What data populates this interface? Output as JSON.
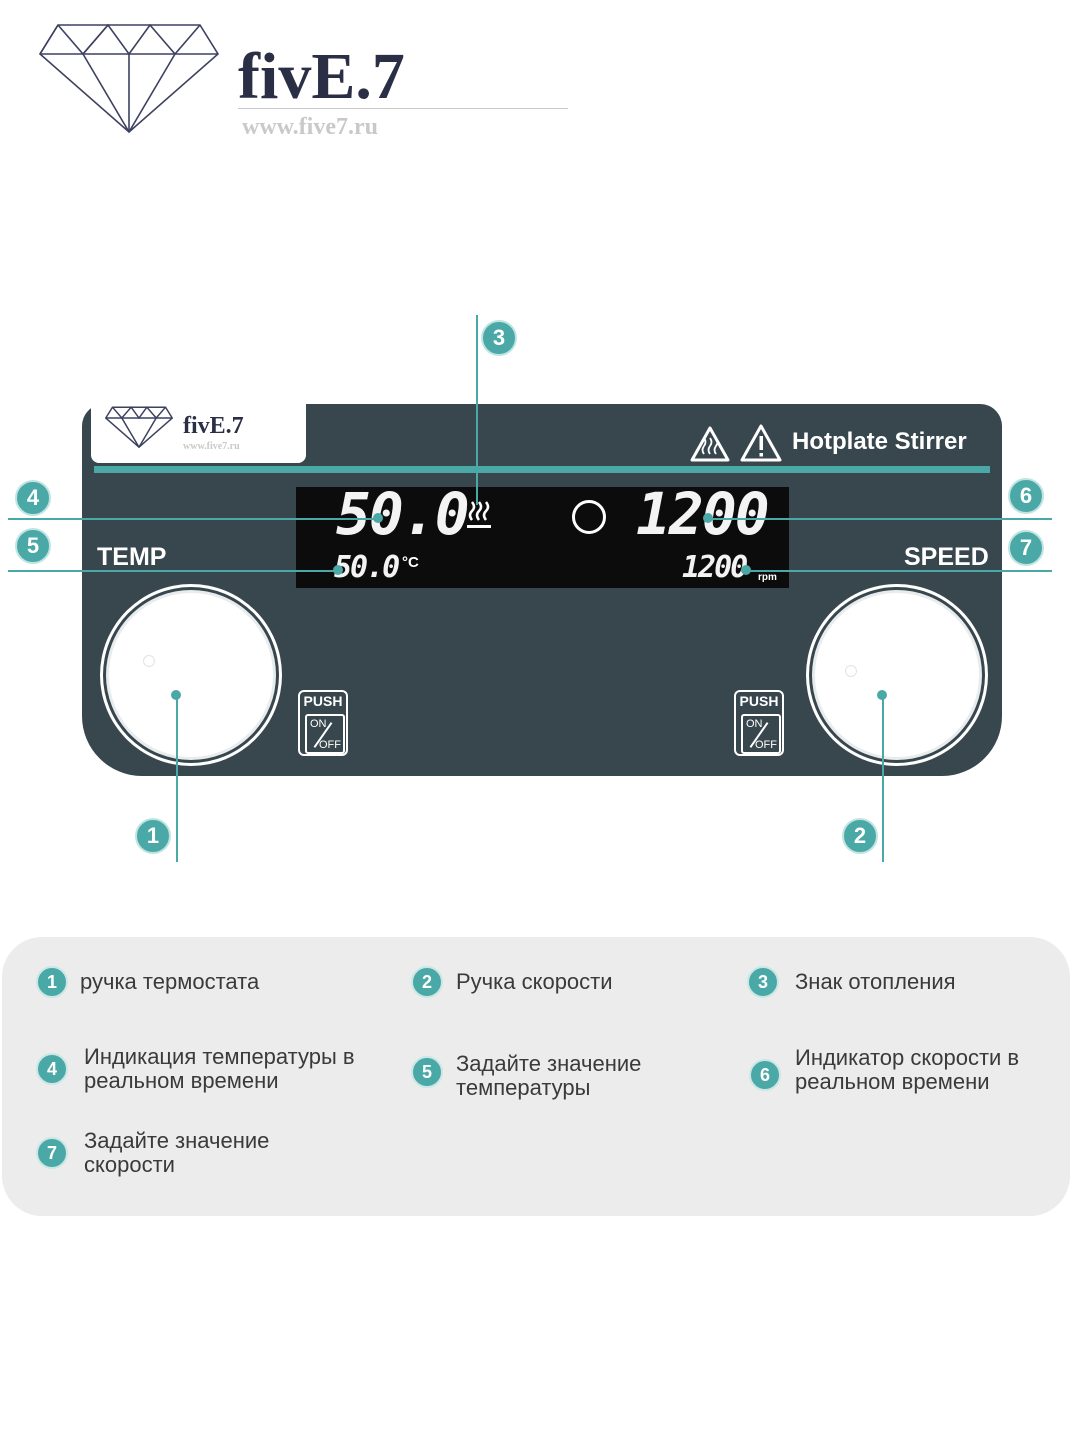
{
  "logo": {
    "brand": "fivE.7",
    "url": "www.five7.ru"
  },
  "panel": {
    "title": "Hotplate Stirrer",
    "temp_label": "TEMP",
    "speed_label": "SPEED",
    "temp_actual": "50.0",
    "temp_set": "50.0",
    "temp_unit": "°C",
    "speed_actual": "1200",
    "speed_set": "1200",
    "speed_unit": "rpm",
    "push_button": {
      "top": "PUSH",
      "on": "ON",
      "off": "OFF"
    }
  },
  "callouts": [
    "1",
    "2",
    "3",
    "4",
    "5",
    "6",
    "7"
  ],
  "legend": [
    {
      "num": "1",
      "text": "ручка термостата"
    },
    {
      "num": "2",
      "text": "Ручка скорости"
    },
    {
      "num": "3",
      "text": "Знак отопления"
    },
    {
      "num": "4",
      "text": "Индикация температуры в реальном времени"
    },
    {
      "num": "5",
      "text": "Задайте значение температуры"
    },
    {
      "num": "6",
      "text": "Индикатор скорости в реальном времени"
    },
    {
      "num": "7",
      "text": "Задайте значение скорости"
    }
  ],
  "colors": {
    "panel": "#38464d",
    "accent": "#4aa9a6",
    "legend_bg": "#ececec"
  },
  "icons": [
    "diamond-logo-icon",
    "heat-warning-icon",
    "caution-icon",
    "heating-icon",
    "stirring-circle-icon"
  ]
}
